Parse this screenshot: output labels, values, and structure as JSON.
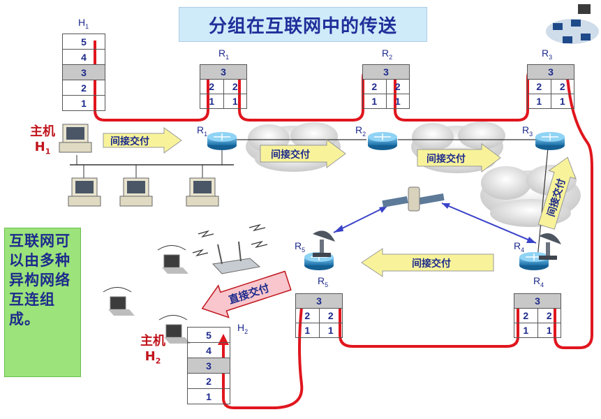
{
  "title": "分组在互联网中的传送",
  "hosts": {
    "h1": {
      "stack_name": "H",
      "stack_sub": "1",
      "role": "主机",
      "name": "H",
      "sub": "1"
    },
    "h2": {
      "stack_name": "H",
      "stack_sub": "2",
      "role": "主机",
      "name": "H",
      "sub": "2"
    }
  },
  "host_layers": [
    "5",
    "4",
    "3",
    "2",
    "1"
  ],
  "router_layers": {
    "top": "3",
    "mid": [
      "2",
      "2"
    ],
    "bot": [
      "1",
      "1"
    ]
  },
  "routers": [
    {
      "name": "R",
      "sub": "1"
    },
    {
      "name": "R",
      "sub": "2"
    },
    {
      "name": "R",
      "sub": "3"
    },
    {
      "name": "R",
      "sub": "4"
    },
    {
      "name": "R",
      "sub": "5"
    }
  ],
  "arrows": {
    "indirect": "间接交付",
    "direct": "直接交付"
  },
  "note": "互联网可以由多种异构网络互连组成。",
  "colors": {
    "path": "#e0161e",
    "title_bg": "#cfeaf9",
    "title_fg": "#1f2f9a",
    "note_bg": "#9be37a",
    "arrow_fill": "#f8f39a"
  }
}
